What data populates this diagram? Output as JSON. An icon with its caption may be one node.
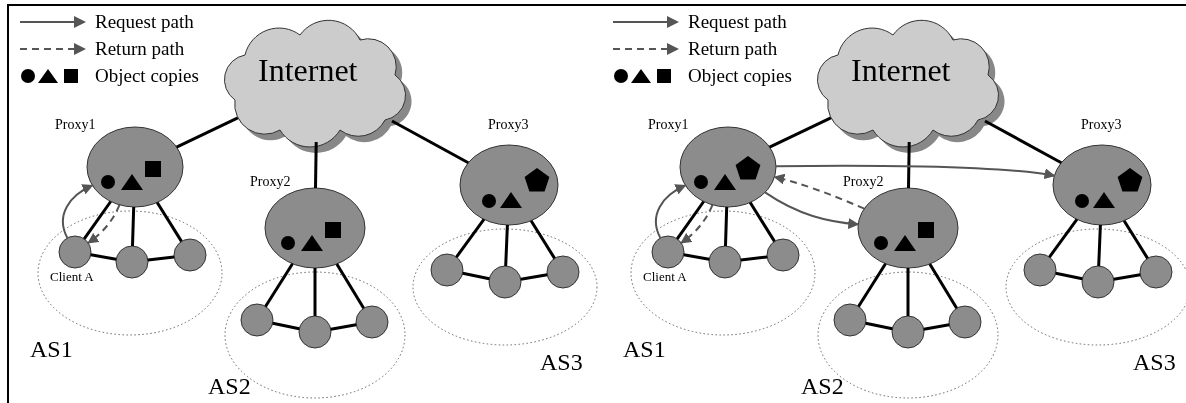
{
  "diagram": {
    "nodes": [
      {
        "text": [
          "Internet"
        ]
      },
      {
        "text": [
          "Proxy1"
        ]
      },
      {
        "text": [
          "AS1"
        ]
      },
      {
        "text": [
          "Client A"
        ],
        "in": 2
      },
      {
        "text": [],
        "shape": "circle",
        "in": 2
      },
      {
        "text": [],
        "shape": "circle",
        "in": 2
      },
      {
        "text": [
          "Proxy2"
        ]
      },
      {
        "text": [
          "AS2"
        ]
      },
      {
        "text": [],
        "shape": "circle",
        "in": 7
      },
      {
        "text": [],
        "shape": "circle",
        "in": 7
      },
      {
        "text": [],
        "shape": "circle",
        "in": 7
      },
      {
        "text": [
          "Proxy3"
        ]
      },
      {
        "text": [
          "AS3"
        ]
      },
      {
        "text": [],
        "shape": "circle",
        "in": 12
      },
      {
        "text": [],
        "shape": "circle",
        "in": 12
      },
      {
        "text": [],
        "shape": "circle",
        "in": 12
      },
      {
        "text": [
          "Internet"
        ]
      },
      {
        "text": [
          "Proxy1"
        ]
      },
      {
        "text": [
          "AS1"
        ]
      },
      {
        "text": [
          "Client A"
        ],
        "in": 18
      },
      {
        "text": [],
        "shape": "circle",
        "in": 18
      },
      {
        "text": [],
        "shape": "circle",
        "in": 18
      },
      {
        "text": [
          "Proxy2"
        ]
      },
      {
        "text": [
          "AS2"
        ]
      },
      {
        "text": [],
        "shape": "circle",
        "in": 23
      },
      {
        "text": [],
        "shape": "circle",
        "in": 23
      },
      {
        "text": [],
        "shape": "circle",
        "in": 23
      },
      {
        "text": [
          "Proxy3"
        ]
      },
      {
        "text": [
          "AS3"
        ]
      },
      {
        "text": [],
        "shape": "circle",
        "in": 28
      },
      {
        "text": [],
        "shape": "circle",
        "in": 28
      },
      {
        "text": [],
        "shape": "circle",
        "in": 28
      }
    ],
    "edges": [
      {
        "from": 0,
        "to": 1,
        "arrow": "none"
      },
      {
        "from": 0,
        "to": 6,
        "arrow": "none"
      },
      {
        "from": 0,
        "to": 11,
        "arrow": "none"
      },
      {
        "from": 1,
        "to": 3,
        "arrow": "none"
      },
      {
        "from": 1,
        "to": 4,
        "arrow": "none"
      },
      {
        "from": 1,
        "to": 5,
        "arrow": "none"
      },
      {
        "from": 3,
        "to": 4,
        "arrow": "none"
      },
      {
        "from": 4,
        "to": 5,
        "arrow": "none"
      },
      {
        "from": 6,
        "to": 8,
        "arrow": "none"
      },
      {
        "from": 6,
        "to": 9,
        "arrow": "none"
      },
      {
        "from": 6,
        "to": 10,
        "arrow": "none"
      },
      {
        "from": 8,
        "to": 9,
        "arrow": "none"
      },
      {
        "from": 9,
        "to": 10,
        "arrow": "none"
      },
      {
        "from": 11,
        "to": 13,
        "arrow": "none"
      },
      {
        "from": 11,
        "to": 14,
        "arrow": "none"
      },
      {
        "from": 11,
        "to": 15,
        "arrow": "none"
      },
      {
        "from": 13,
        "to": 14,
        "arrow": "none"
      },
      {
        "from": 14,
        "to": 15,
        "arrow": "none"
      },
      {
        "from": 3,
        "to": 1,
        "arrow": "to",
        "color": "#555555"
      },
      {
        "from": 1,
        "to": 3,
        "arrow": "to",
        "style": "dashed",
        "color": "#555555"
      },
      {
        "from": 16,
        "to": 17,
        "arrow": "none"
      },
      {
        "from": 16,
        "to": 22,
        "arrow": "none"
      },
      {
        "from": 16,
        "to": 27,
        "arrow": "none"
      },
      {
        "from": 17,
        "to": 19,
        "arrow": "none"
      },
      {
        "from": 17,
        "to": 20,
        "arrow": "none"
      },
      {
        "from": 17,
        "to": 21,
        "arrow": "none"
      },
      {
        "from": 19,
        "to": 20,
        "arrow": "none"
      },
      {
        "from": 20,
        "to": 21,
        "arrow": "none"
      },
      {
        "from": 22,
        "to": 24,
        "arrow": "none"
      },
      {
        "from": 22,
        "to": 25,
        "arrow": "none"
      },
      {
        "from": 22,
        "to": 26,
        "arrow": "none"
      },
      {
        "from": 24,
        "to": 25,
        "arrow": "none"
      },
      {
        "from": 25,
        "to": 26,
        "arrow": "none"
      },
      {
        "from": 27,
        "to": 29,
        "arrow": "none"
      },
      {
        "from": 27,
        "to": 30,
        "arrow": "none"
      },
      {
        "from": 27,
        "to": 31,
        "arrow": "none"
      },
      {
        "from": 29,
        "to": 30,
        "arrow": "none"
      },
      {
        "from": 30,
        "to": 31,
        "arrow": "none"
      },
      {
        "from": 19,
        "to": 17,
        "arrow": "to",
        "color": "#555555"
      },
      {
        "from": 17,
        "to": 19,
        "arrow": "to",
        "style": "dashed",
        "color": "#555555"
      },
      {
        "from": 17,
        "to": 27,
        "arrow": "to",
        "color": "#555555"
      },
      {
        "from": 17,
        "to": 22,
        "arrow": "to",
        "color": "#555555"
      },
      {
        "from": 22,
        "to": 17,
        "arrow": "to",
        "style": "dashed",
        "color": "#555555"
      }
    ],
    "legend": [
      {
        "text": "Request path"
      },
      {
        "text": "Return path"
      },
      {
        "text": "Object copies"
      },
      {
        "text": "Request path"
      },
      {
        "text": "Return path"
      },
      {
        "text": "Object copies"
      }
    ]
  }
}
